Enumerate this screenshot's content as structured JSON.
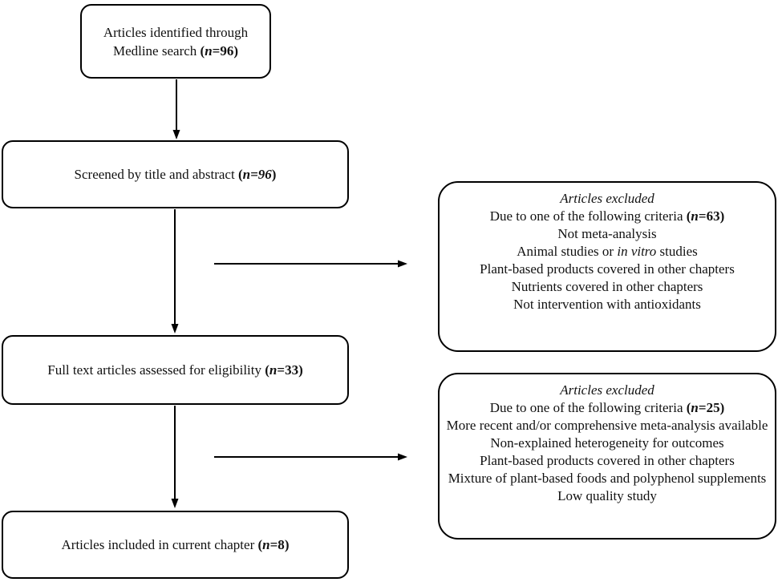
{
  "diagram": {
    "type": "flowchart",
    "colors": {
      "ink": "#000000",
      "background": "#ffffff"
    },
    "flow_boxes": [
      {
        "id": "identified",
        "parts": [
          {
            "t": "Articles identified through Medline search "
          },
          {
            "t": "(",
            "b": 1
          },
          {
            "t": "n",
            "b": 1,
            "i": 1
          },
          {
            "t": "=96",
            "b": 1
          },
          {
            "t": ")",
            "b": 1
          }
        ]
      },
      {
        "id": "screened",
        "parts": [
          {
            "t": "Screened by title and abstract "
          },
          {
            "t": "(",
            "b": 1
          },
          {
            "t": "n=96",
            "b": 1,
            "i": 1
          },
          {
            "t": ")",
            "b": 1
          }
        ]
      },
      {
        "id": "fulltext",
        "parts": [
          {
            "t": "Full text articles assessed for eligibility "
          },
          {
            "t": "(",
            "b": 1
          },
          {
            "t": "n",
            "b": 1,
            "i": 1
          },
          {
            "t": "=33",
            "b": 1
          },
          {
            "t": ")",
            "b": 1
          }
        ]
      },
      {
        "id": "included",
        "parts": [
          {
            "t": "Articles included in current chapter "
          },
          {
            "t": "(",
            "b": 1
          },
          {
            "t": "n",
            "b": 1,
            "i": 1
          },
          {
            "t": "=8",
            "b": 1
          },
          {
            "t": ")",
            "b": 1
          }
        ]
      }
    ],
    "exclusion_boxes": [
      {
        "id": "excluded-screening",
        "title": [
          {
            "t": "Articles excluded",
            "i": 1
          }
        ],
        "items": [
          [
            {
              "t": "Due to one of the following criteria "
            },
            {
              "t": "(",
              "b": 1
            },
            {
              "t": "n",
              "b": 1,
              "i": 1
            },
            {
              "t": "=63",
              "b": 1
            },
            {
              "t": ")",
              "b": 1
            }
          ],
          [
            {
              "t": "Not meta-analysis"
            }
          ],
          [
            {
              "t": "Animal studies or "
            },
            {
              "t": "in vitro",
              "i": 1
            },
            {
              "t": " studies"
            }
          ],
          [
            {
              "t": "Plant-based products covered in other chapters"
            }
          ],
          [
            {
              "t": "Nutrients covered in other chapters"
            }
          ],
          [
            {
              "t": "Not intervention with antioxidants"
            }
          ]
        ]
      },
      {
        "id": "excluded-fulltext",
        "title": [
          {
            "t": "Articles excluded",
            "i": 1
          }
        ],
        "items": [
          [
            {
              "t": "Due to one of the following criteria "
            },
            {
              "t": "(",
              "b": 1
            },
            {
              "t": "n",
              "b": 1,
              "i": 1
            },
            {
              "t": "=25",
              "b": 1
            },
            {
              "t": ")",
              "b": 1
            }
          ],
          [
            {
              "t": "More recent and/or comprehensive meta-analysis available"
            }
          ],
          [
            {
              "t": "Non-explained heterogeneity for outcomes"
            }
          ],
          [
            {
              "t": "Plant-based products covered in other chapters"
            }
          ],
          [
            {
              "t": "Mixture of plant-based foods and polyphenol supplements"
            }
          ],
          [
            {
              "t": "Low quality study"
            }
          ]
        ]
      }
    ]
  }
}
